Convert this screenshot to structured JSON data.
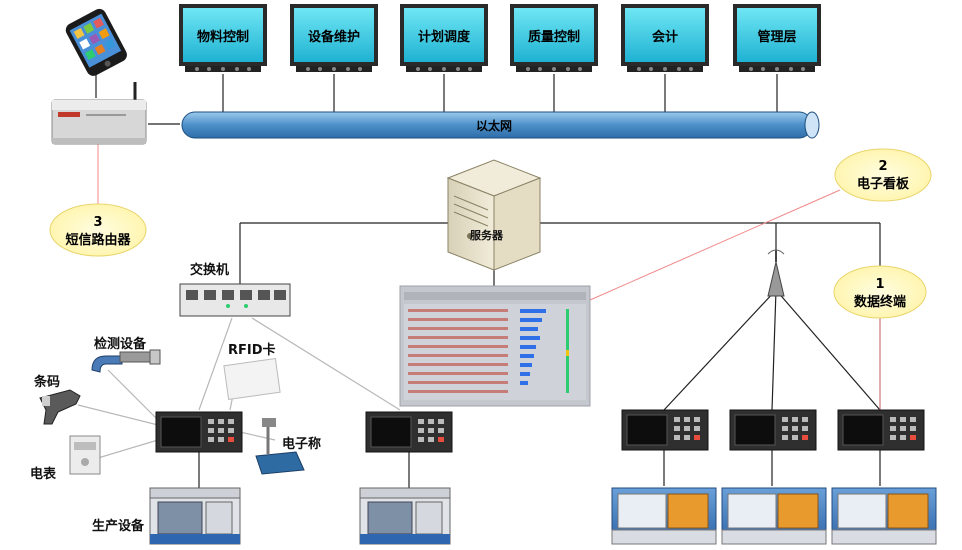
{
  "monitors": [
    "物料控制",
    "设备维护",
    "计划调度",
    "质量控制",
    "会计",
    "管理层"
  ],
  "ethernet_label": "以太网",
  "server_label": "服务器",
  "switch_label": "交换机",
  "bubbles": [
    {
      "num": "3",
      "text": "短信路由器"
    },
    {
      "num": "2",
      "text": "电子看板"
    },
    {
      "num": "1",
      "text": "数据终端"
    }
  ],
  "devices": {
    "inspection": "检测设备",
    "rfid": "RFID卡",
    "barcode": "条码",
    "meter": "电表",
    "scale": "电子称",
    "production": "生产设备"
  }
}
